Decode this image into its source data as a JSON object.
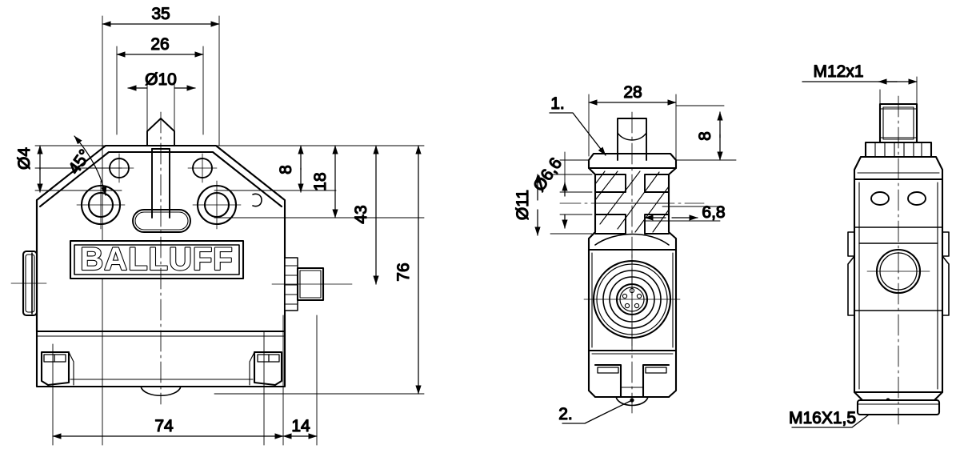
{
  "drawing": {
    "type": "engineering-dimension-drawing",
    "brand": "BALLUFF",
    "views": [
      {
        "id": "front",
        "name": "front-view"
      },
      {
        "id": "side",
        "name": "side-section-view"
      },
      {
        "id": "back",
        "name": "rear-view"
      }
    ]
  },
  "front_view": {
    "dimensions": {
      "width_total": "74",
      "connector_offset": "14",
      "top_width_35": "35",
      "top_width_26": "26",
      "bore_d10": "Ø10",
      "bore_d4": "Ø4",
      "angle_45": "45°",
      "height_8": "8",
      "height_18": "18",
      "height_43": "43",
      "height_76": "76"
    },
    "logo_label": "BALLUFF"
  },
  "side_view": {
    "dimensions": {
      "width_28": "28",
      "height_8": "8",
      "bore_d11": "Ø11",
      "bore_d66": "Ø6,6",
      "depth_68": "6,8"
    },
    "callouts": {
      "item_1": "1.",
      "item_2": "2."
    }
  },
  "back_view": {
    "dimensions": {
      "thread_top": "M12x1",
      "thread_bottom": "M16X1,5"
    }
  },
  "style": {
    "line_color": "#000000",
    "background": "#ffffff"
  }
}
